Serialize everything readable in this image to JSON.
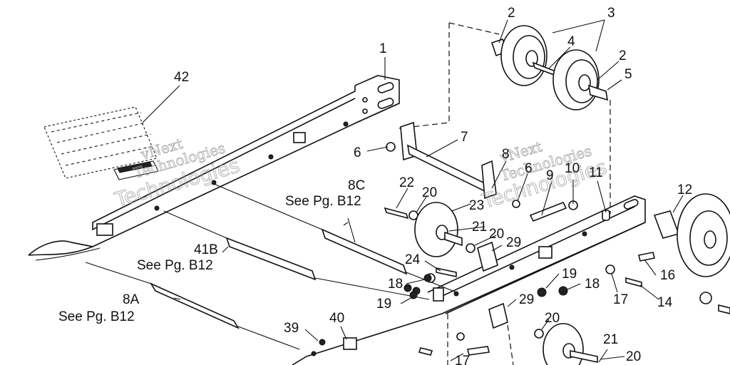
{
  "labels": [
    {
      "key": "l1",
      "text": "1"
    },
    {
      "key": "l2a",
      "text": "2"
    },
    {
      "key": "l2b",
      "text": "2"
    },
    {
      "key": "l3",
      "text": "3"
    },
    {
      "key": "l4",
      "text": "4"
    },
    {
      "key": "l5",
      "text": "5"
    },
    {
      "key": "l6a",
      "text": "6"
    },
    {
      "key": "l6b",
      "text": "6"
    },
    {
      "key": "l7",
      "text": "7"
    },
    {
      "key": "l8",
      "text": "8"
    },
    {
      "key": "l9",
      "text": "9"
    },
    {
      "key": "l10",
      "text": "10"
    },
    {
      "key": "l11",
      "text": "11"
    },
    {
      "key": "l12",
      "text": "12"
    },
    {
      "key": "l14",
      "text": "14"
    },
    {
      "key": "l16",
      "text": "16"
    },
    {
      "key": "l17a",
      "text": "17"
    },
    {
      "key": "l17b",
      "text": "17"
    },
    {
      "key": "l18a",
      "text": "18"
    },
    {
      "key": "l18b",
      "text": "18"
    },
    {
      "key": "l19a",
      "text": "19"
    },
    {
      "key": "l19b",
      "text": "19"
    },
    {
      "key": "l20a",
      "text": "20"
    },
    {
      "key": "l20b",
      "text": "20"
    },
    {
      "key": "l20c",
      "text": "20"
    },
    {
      "key": "l20d",
      "text": "20"
    },
    {
      "key": "l21a",
      "text": "21"
    },
    {
      "key": "l21b",
      "text": "21"
    },
    {
      "key": "l22",
      "text": "22"
    },
    {
      "key": "l23",
      "text": "23"
    },
    {
      "key": "l24",
      "text": "24"
    },
    {
      "key": "l29a",
      "text": "29"
    },
    {
      "key": "l29b",
      "text": "29"
    },
    {
      "key": "l39",
      "text": "39"
    },
    {
      "key": "l40",
      "text": "40"
    },
    {
      "key": "l42",
      "text": "42"
    },
    {
      "key": "l8c",
      "text": "8C"
    },
    {
      "key": "l41b",
      "text": "41B"
    },
    {
      "key": "l8a",
      "text": "8A"
    },
    {
      "key": "ref8c",
      "text": "See Pg. B12"
    },
    {
      "key": "ref41b",
      "text": "See Pg. B12"
    },
    {
      "key": "ref8a",
      "text": "See Pg. B12"
    }
  ],
  "watermark": {
    "line1": "vNext",
    "line2": "Technologies"
  }
}
